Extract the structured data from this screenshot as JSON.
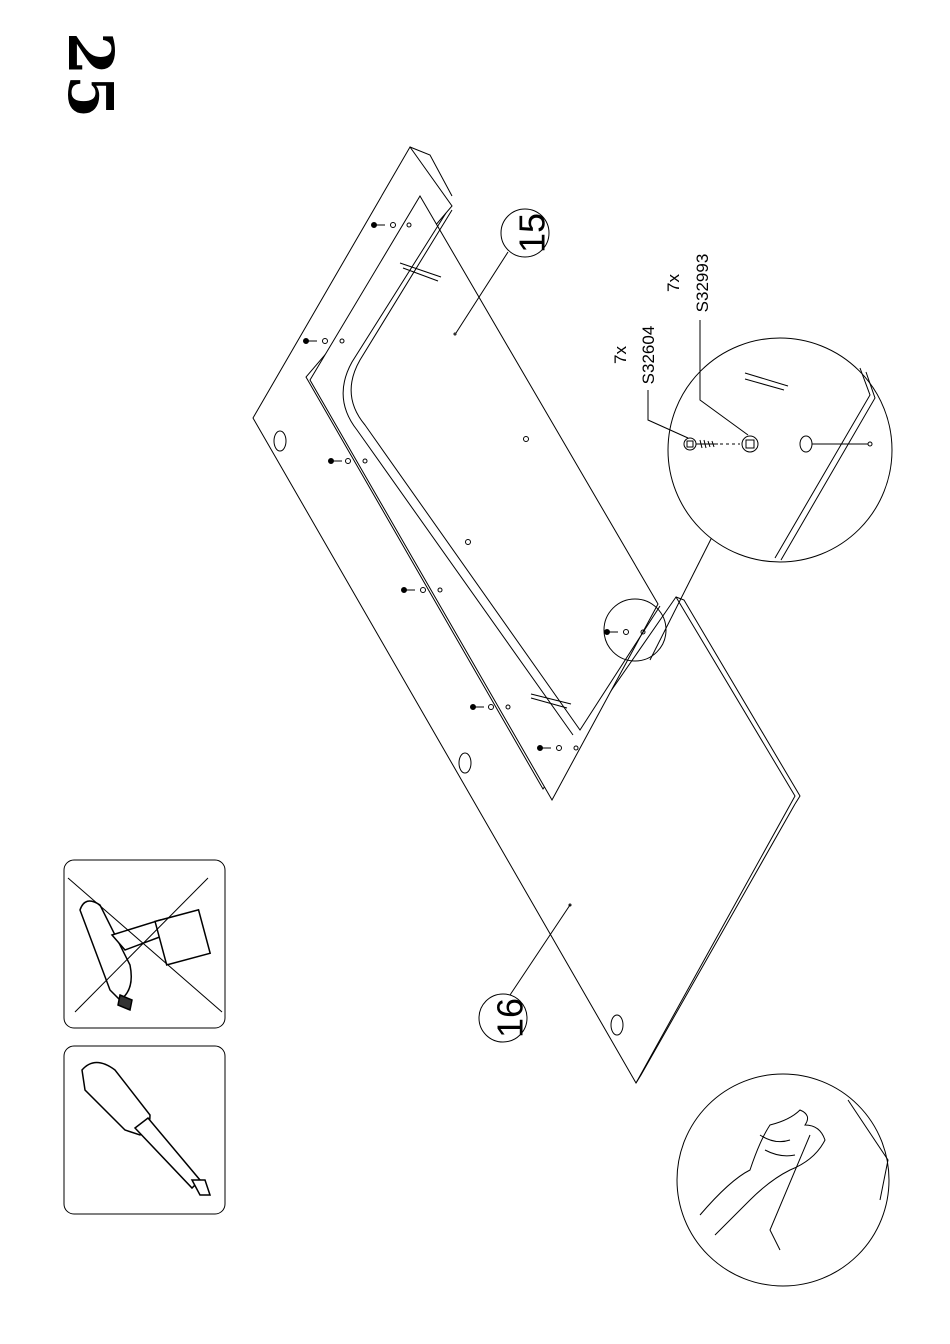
{
  "page": {
    "step_number": "25"
  },
  "callouts": {
    "panel_top": "15",
    "panel_bottom": "16"
  },
  "parts": {
    "screw": {
      "qty": "7x",
      "code": "S32604"
    },
    "cap": {
      "qty": "7x",
      "code": "S32993"
    }
  },
  "tools": {
    "drill": {
      "allowed": false,
      "icon": "power-drill-icon"
    },
    "screwdriver": {
      "allowed": true,
      "icon": "screwdriver-icon"
    }
  },
  "icons": [
    "power-drill-icon",
    "screwdriver-icon",
    "screw-icon",
    "cap-icon",
    "hand-icon",
    "magnifier-circle-icon"
  ]
}
